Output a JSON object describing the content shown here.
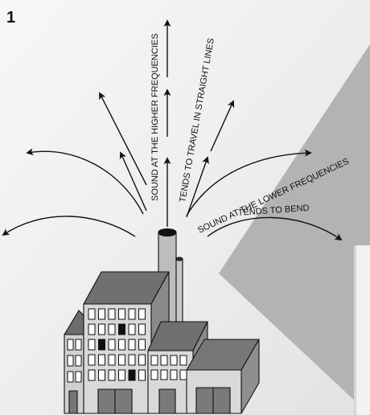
{
  "figure": {
    "number": "1",
    "labels": {
      "higher_freq": "SOUND AT THE HIGHER FREQUENCIES",
      "straight_lines": "TENDS TO TRAVEL IN STRAIGHT LINES",
      "lower_freq": "SOUND AT THE LOWER FREQUENCIES",
      "tends_to_bend": "TENDS TO BEND"
    }
  }
}
